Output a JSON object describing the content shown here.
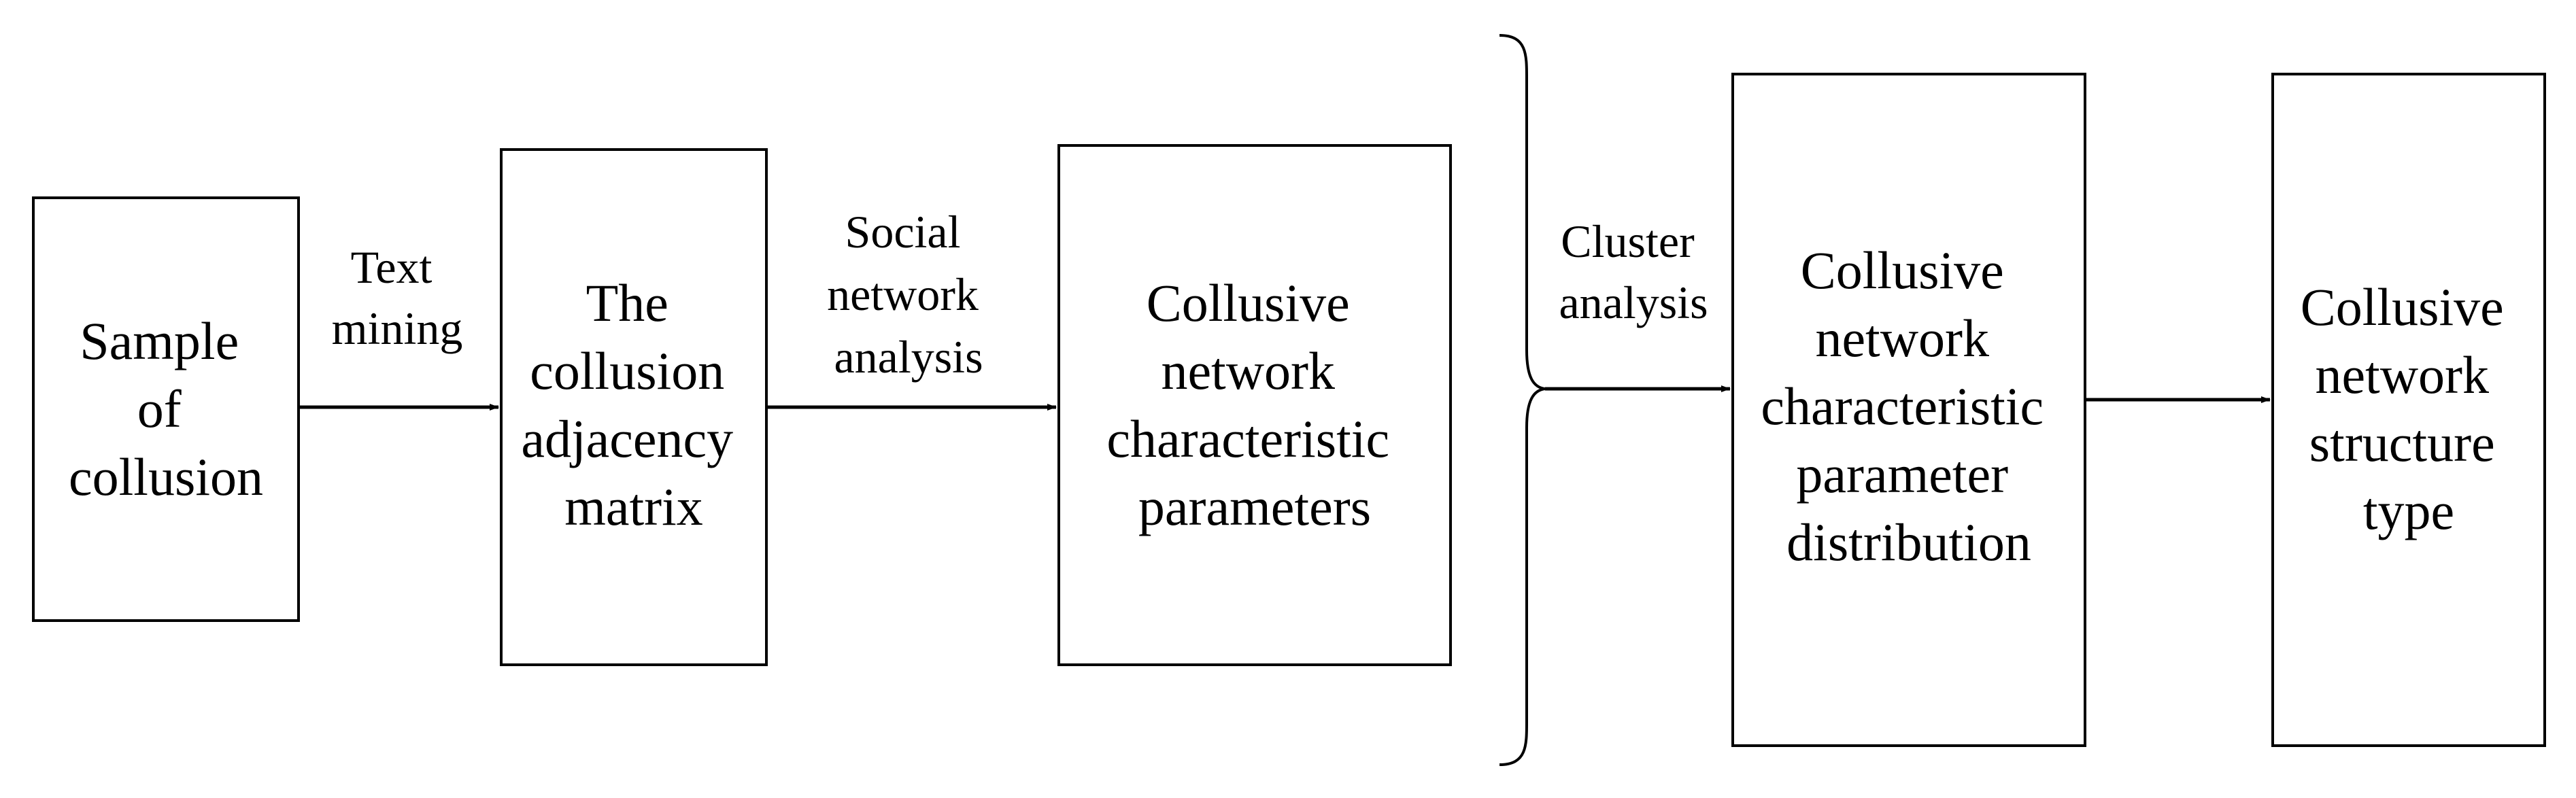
{
  "colors": {
    "background": "#ffffff",
    "stroke": "#000000",
    "text": "#000000"
  },
  "nodes": [
    {
      "id": "sample",
      "lines": [
        "Sample",
        "of",
        "collusion"
      ]
    },
    {
      "id": "matrix",
      "lines": [
        "The",
        "collusion",
        "adjacency",
        "matrix"
      ]
    },
    {
      "id": "params",
      "lines": [
        "Collusive",
        "network",
        "characteristic",
        "parameters"
      ]
    },
    {
      "id": "distribution",
      "lines": [
        "Collusive",
        "network",
        "characteristic",
        "parameter",
        "distribution"
      ]
    },
    {
      "id": "structure",
      "lines": [
        "Collusive",
        "network",
        "structure",
        "type"
      ]
    }
  ],
  "edges": [
    {
      "from": "sample",
      "to": "matrix",
      "label_lines": [
        "Text",
        "mining"
      ]
    },
    {
      "from": "matrix",
      "to": "params",
      "label_lines": [
        "Social",
        "network",
        "analysis"
      ]
    },
    {
      "from": "params",
      "to": "distribution",
      "label_lines": [
        "Cluster",
        "analysis"
      ]
    },
    {
      "from": "distribution",
      "to": "structure",
      "label_lines": []
    }
  ]
}
